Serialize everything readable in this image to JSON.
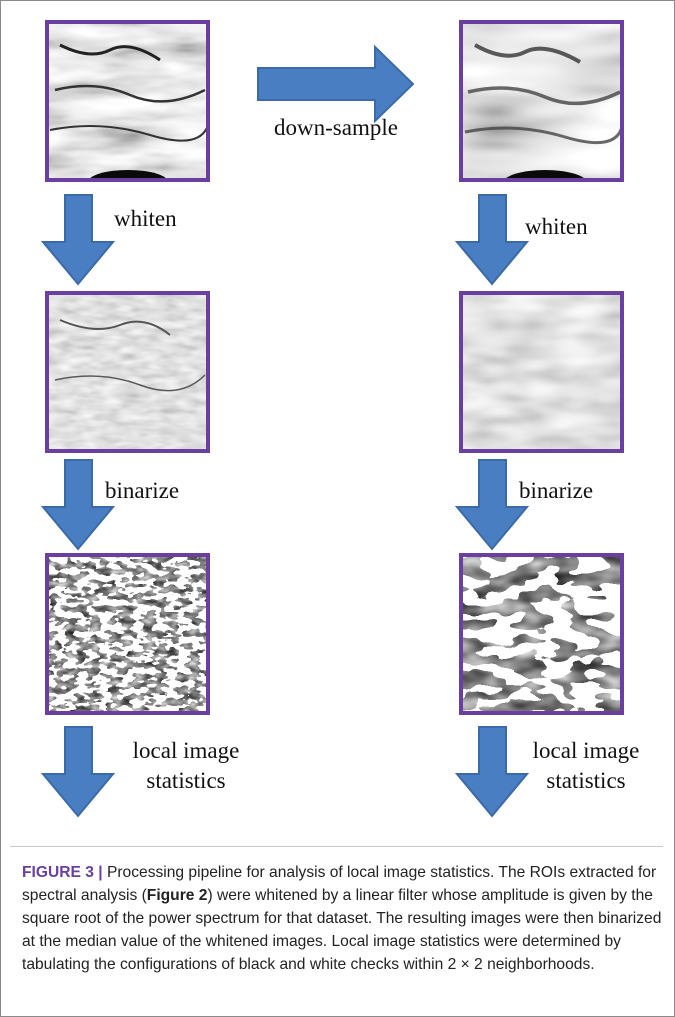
{
  "colors": {
    "arrow_fill": "#4a7ec2",
    "arrow_stroke": "#3a6aa8",
    "panel_border": "#6b3fa0",
    "caption_accent": "#6a3fa0"
  },
  "arrows": {
    "right": "down-sample",
    "down_labels": [
      "whiten",
      "binarize",
      "local image statistics"
    ]
  },
  "labels": {
    "downsample": "down-sample",
    "left_whiten": "whiten",
    "right_whiten": "whiten",
    "left_binarize": "binarize",
    "right_binarize": "binarize",
    "left_local_line1": "local image",
    "left_local_line2": "statistics",
    "right_local_line1": "local image",
    "right_local_line2": "statistics"
  },
  "panels": {
    "left_column": [
      "original ROI",
      "whitened ROI",
      "binarized ROI"
    ],
    "right_column": [
      "down-sampled ROI",
      "whitened ROI",
      "binarized ROI"
    ]
  },
  "caption": {
    "figure_label": "FIGURE 3 |",
    "text_part1": " Processing pipeline for analysis of local image statistics. The ROIs extracted for spectral analysis (",
    "ref": "Figure 2",
    "text_part2": ") were whitened by a linear filter whose amplitude is given by the square root of the power spectrum for that dataset. The resulting images were then binarized at the median value of the whitened images. Local image statistics were determined by tabulating the configurations of black and white checks within 2 × 2 neighborhoods."
  }
}
